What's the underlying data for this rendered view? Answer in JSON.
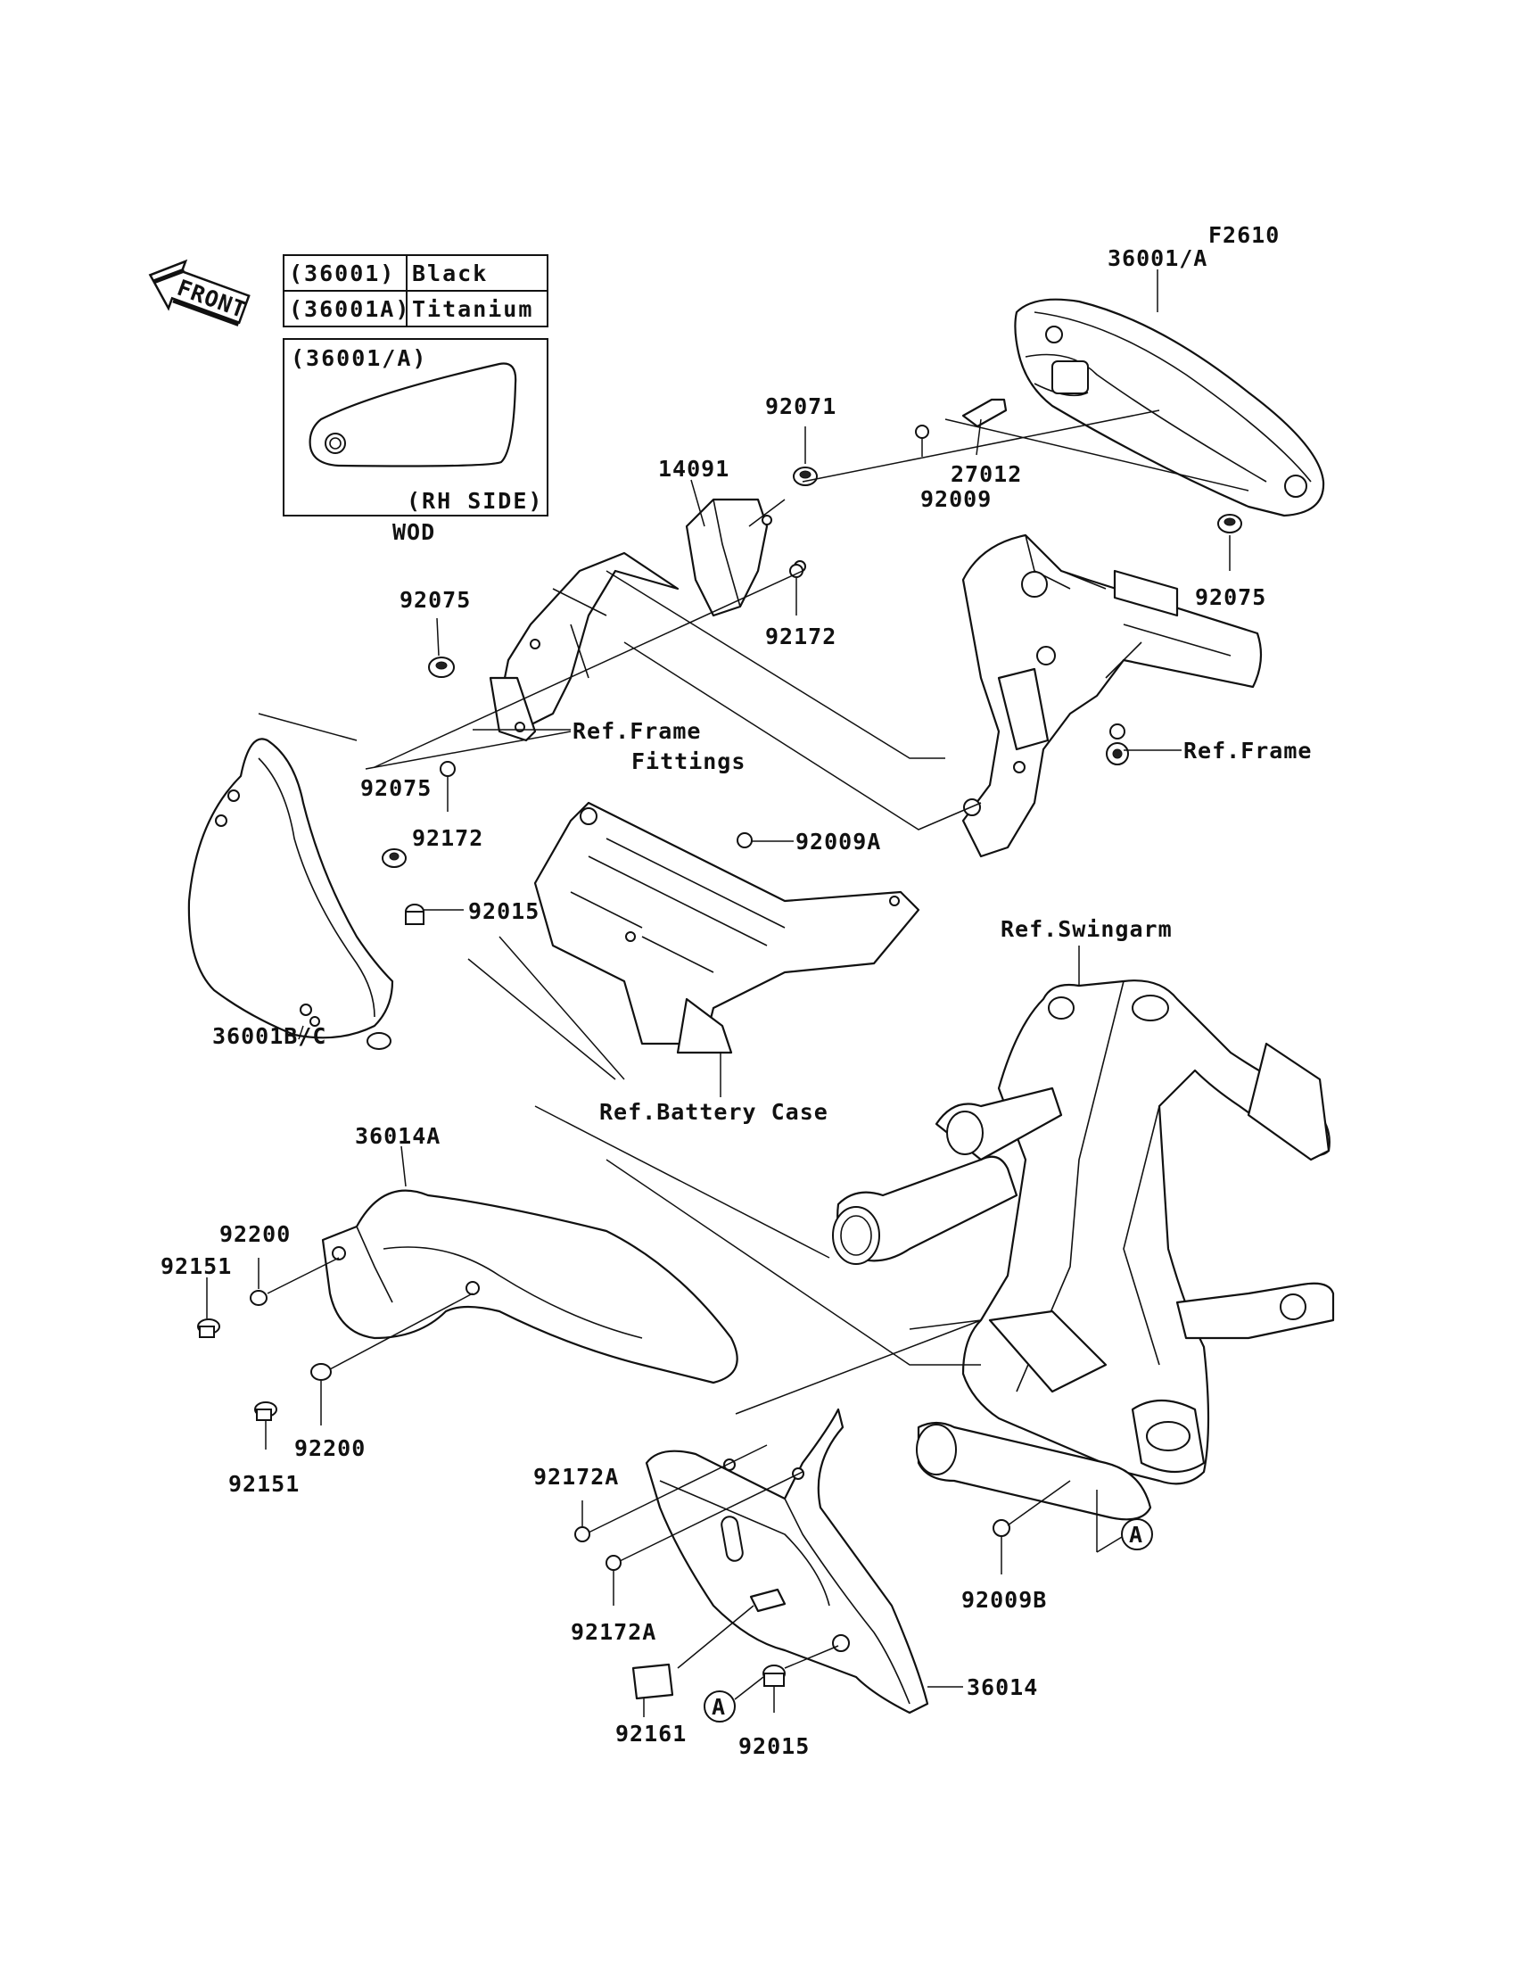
{
  "figure_code": "F2610",
  "front_arrow": "FRONT",
  "color_table": [
    {
      "code": "(36001)",
      "color": "Black"
    },
    {
      "code": "(36001A)",
      "color": "Titanium"
    }
  ],
  "inset": {
    "title": "(36001/A)",
    "side": "(RH SIDE)",
    "caption": "WOD"
  },
  "labels": {
    "p36001A": "36001/A",
    "p92071": "92071",
    "p14091": "14091",
    "p27012": "27012",
    "p92009": "92009",
    "p92075_left": "92075",
    "p92075_right": "92075",
    "p92172_a": "92172",
    "ref_frame_fittings_1": "Ref.Frame",
    "ref_frame_fittings_2": "Fittings",
    "ref_frame": "Ref.Frame",
    "p92075_mid": "92075",
    "p92172_b": "92172",
    "p92009A": "92009A",
    "p92015_a": "92015",
    "ref_swingarm": "Ref.Swingarm",
    "p36001BC": "36001B/C",
    "ref_battery_case": "Ref.Battery Case",
    "p36014A": "36014A",
    "p92200_a": "92200",
    "p92151_a": "92151",
    "p92200_b": "92200",
    "p92151_b": "92151",
    "p92172A_a": "92172A",
    "p92172A_b": "92172A",
    "p92009B": "92009B",
    "p36014": "36014",
    "p92161": "92161",
    "p92015_b": "92015",
    "marker_a": "A"
  }
}
